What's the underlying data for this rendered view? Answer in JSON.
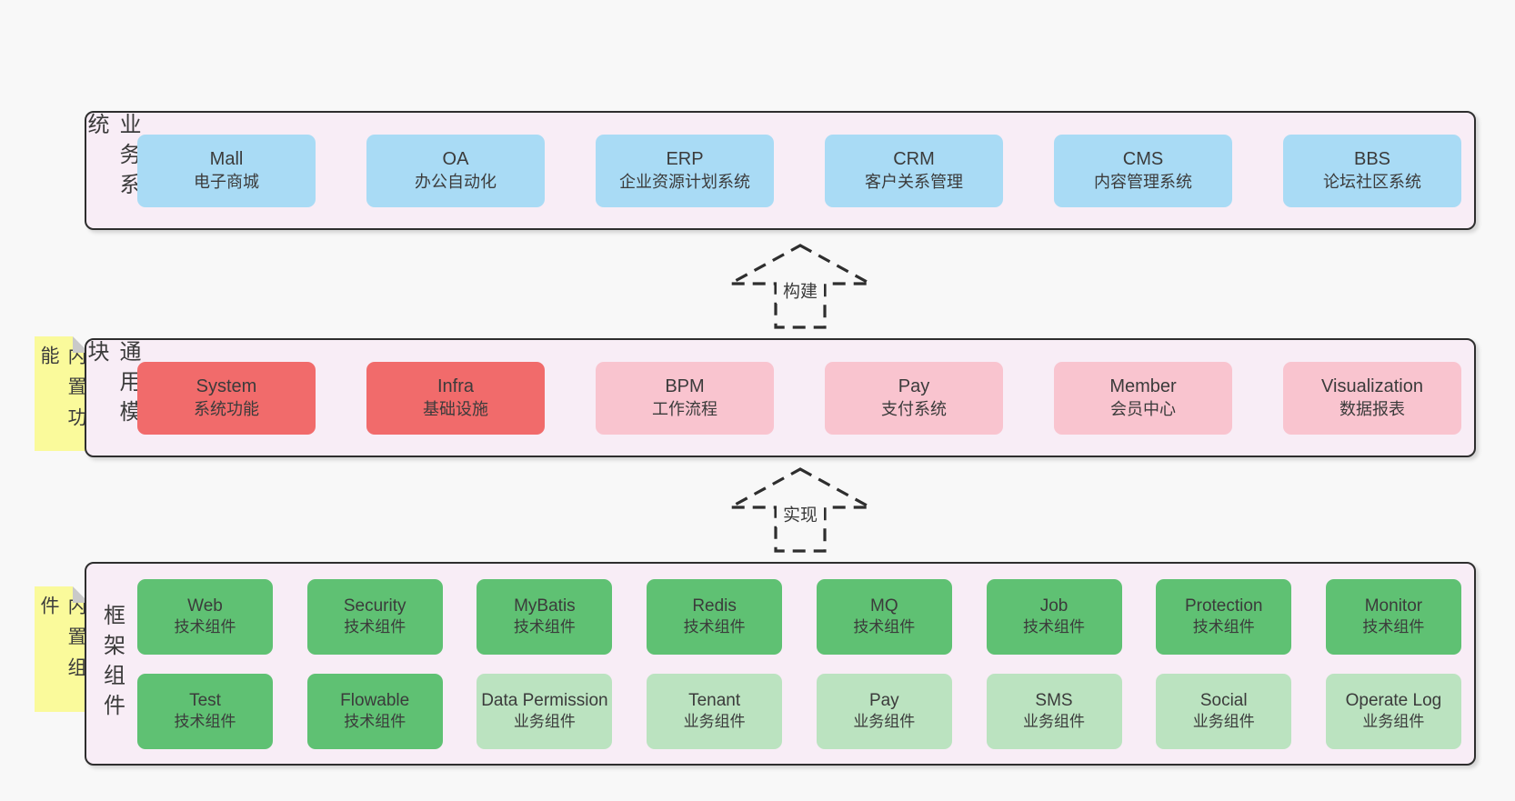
{
  "colors": {
    "page_bg": "#f8f8f8",
    "band_bg": "#f8edf6",
    "band_border": "#2e2e2e",
    "text": "#3b3b3b",
    "blue": "#a9dbf5",
    "red": "#f16b6b",
    "pink": "#f9c4cf",
    "green": "#5fc173",
    "lightgreen": "#bbe3c0",
    "sticky": "#fafa9b",
    "sticky_fold": "#c9c9c9"
  },
  "arrows": [
    {
      "label": "构建"
    },
    {
      "label": "实现"
    }
  ],
  "stickies": [
    {
      "label": "内置功能"
    },
    {
      "label": "内置组件"
    }
  ],
  "bands": [
    {
      "label": "业务系统",
      "rows": [
        [
          {
            "title": "Mall",
            "subtitle": "电子商城",
            "variant": "blue"
          },
          {
            "title": "OA",
            "subtitle": "办公自动化",
            "variant": "blue"
          },
          {
            "title": "ERP",
            "subtitle": "企业资源计划系统",
            "variant": "blue"
          },
          {
            "title": "CRM",
            "subtitle": "客户关系管理",
            "variant": "blue"
          },
          {
            "title": "CMS",
            "subtitle": "内容管理系统",
            "variant": "blue"
          },
          {
            "title": "BBS",
            "subtitle": "论坛社区系统",
            "variant": "blue"
          }
        ]
      ]
    },
    {
      "label": "通用模块",
      "rows": [
        [
          {
            "title": "System",
            "subtitle": "系统功能",
            "variant": "red"
          },
          {
            "title": "Infra",
            "subtitle": "基础设施",
            "variant": "red"
          },
          {
            "title": "BPM",
            "subtitle": "工作流程",
            "variant": "pink"
          },
          {
            "title": "Pay",
            "subtitle": "支付系统",
            "variant": "pink"
          },
          {
            "title": "Member",
            "subtitle": "会员中心",
            "variant": "pink"
          },
          {
            "title": "Visualization",
            "subtitle": "数据报表",
            "variant": "pink"
          }
        ]
      ]
    },
    {
      "label": "框架组件",
      "rows": [
        [
          {
            "title": "Web",
            "subtitle": "技术组件",
            "variant": "green"
          },
          {
            "title": "Security",
            "subtitle": "技术组件",
            "variant": "green"
          },
          {
            "title": "MyBatis",
            "subtitle": "技术组件",
            "variant": "green"
          },
          {
            "title": "Redis",
            "subtitle": "技术组件",
            "variant": "green"
          },
          {
            "title": "MQ",
            "subtitle": "技术组件",
            "variant": "green"
          },
          {
            "title": "Job",
            "subtitle": "技术组件",
            "variant": "green"
          },
          {
            "title": "Protection",
            "subtitle": "技术组件",
            "variant": "green"
          },
          {
            "title": "Monitor",
            "subtitle": "技术组件",
            "variant": "green"
          }
        ],
        [
          {
            "title": "Test",
            "subtitle": "技术组件",
            "variant": "green"
          },
          {
            "title": "Flowable",
            "subtitle": "技术组件",
            "variant": "green"
          },
          {
            "title": "Data Permission",
            "subtitle": "业务组件",
            "variant": "lightgreen"
          },
          {
            "title": "Tenant",
            "subtitle": "业务组件",
            "variant": "lightgreen"
          },
          {
            "title": "Pay",
            "subtitle": "业务组件",
            "variant": "lightgreen"
          },
          {
            "title": "SMS",
            "subtitle": "业务组件",
            "variant": "lightgreen"
          },
          {
            "title": "Social",
            "subtitle": "业务组件",
            "variant": "lightgreen"
          },
          {
            "title": "Operate Log",
            "subtitle": "业务组件",
            "variant": "lightgreen"
          }
        ]
      ]
    }
  ]
}
